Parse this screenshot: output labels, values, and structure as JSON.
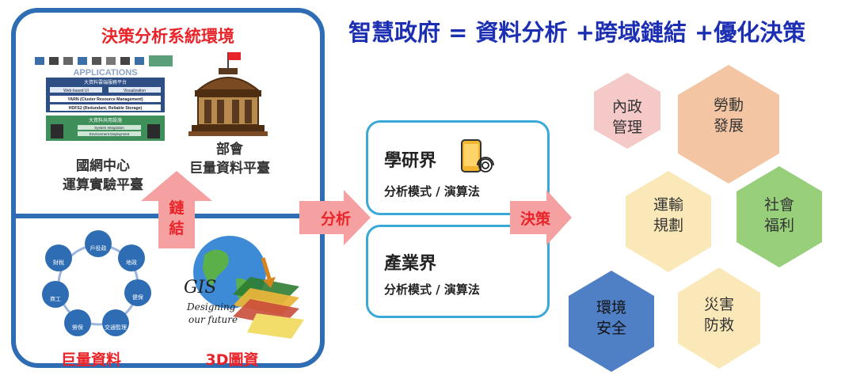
{
  "main_title": "智慧政府 = 資料分析 +跨域鏈結 +優化決策",
  "system": {
    "title": "決策分析系統環境",
    "ncHC_caption_line1": "國網中心",
    "ncHC_caption_line2": "運算實驗平臺",
    "ministry_caption_line1": "部會",
    "ministry_caption_line2": "巨量資料平臺",
    "big_data_label": "巨量資料",
    "gis3d_label": "3D圖資",
    "stack": {
      "applications": "APPLICATIONS",
      "platform": "大資料雲端服務平台",
      "web": "Web-based UI",
      "viz": "Visualization",
      "yarn": "YARN (Cluster Resource Management)",
      "hdfs": "HDFS2 (Redundant, Reliable Storage)",
      "infra": "大資料共用設施",
      "sys_integration": "System Integration",
      "deployment": "Environment Deployment"
    },
    "wheel": {
      "center": "",
      "items": [
        "戶役政",
        "地政",
        "健保",
        "交通監理",
        "勞保",
        "商工",
        "財稅"
      ]
    },
    "gis": {
      "logo": "GIS",
      "tagline1": "Designing",
      "tagline2": "our future"
    }
  },
  "arrows": {
    "link": "鏈\n結",
    "link_line1": "鏈",
    "link_line2": "結",
    "analysis": "分析",
    "decision": "決策"
  },
  "middle": {
    "academia_title": "學研界",
    "academia_sub": "分析模式 / 演算法",
    "industry_title": "產業界",
    "industry_sub": "分析模式 / 演算法"
  },
  "hexagons": [
    {
      "line1": "內政",
      "line2": "管理",
      "color": "#f6c9c9"
    },
    {
      "line1": "勞動",
      "line2": "發展",
      "color": "#f3c5a2"
    },
    {
      "line1": "運輸",
      "line2": "規劃",
      "color": "#fbe8b9"
    },
    {
      "line1": "社會",
      "line2": "福利",
      "color": "#97cf7a"
    },
    {
      "line1": "環境",
      "line2": "安全",
      "color": "#4f7fc5"
    },
    {
      "line1": "災害",
      "line2": "防救",
      "color": "#fbe8b9"
    }
  ]
}
